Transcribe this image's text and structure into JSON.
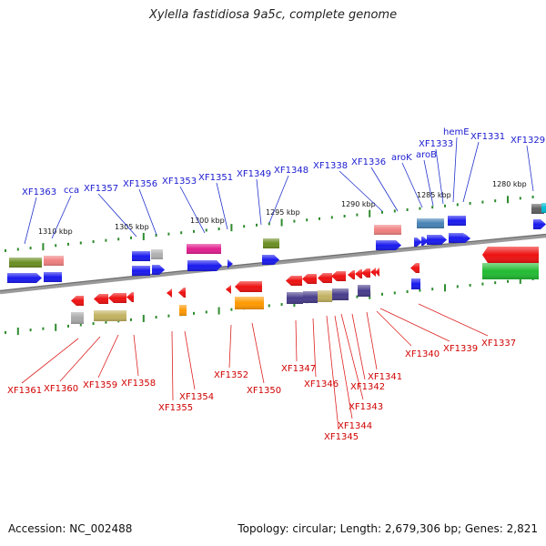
{
  "title": "Xylella fastidiosa 9a5c, complete genome",
  "footer": {
    "accession": "Accession: NC_002488",
    "summary": "Topology: circular; Length: 2,679,306 bp; Genes: 2,821"
  },
  "colors": {
    "backbone": "#808080",
    "tick_major": "#2e8b2e",
    "label_top": "#1a1ad0",
    "label_bottom": "#d00000",
    "leader_top": "#2233cc",
    "leader_bottom": "#dd2222"
  },
  "scale_labels": [
    "1310 kbp",
    "1305 kbp",
    "1300 kbp",
    "1295 kbp",
    "1290 kbp",
    "1285 kbp",
    "1280 kbp"
  ],
  "top_labels": [
    "XF1363",
    "cca",
    "XF1357",
    "XF1356",
    "XF1353",
    "XF1351",
    "XF1349",
    "XF1348",
    "XF1338",
    "XF1336",
    "aroK",
    "aroB",
    "XF1333",
    "hemE",
    "XF1331",
    "XF1329"
  ],
  "bottom_labels": [
    "XF1361",
    "XF1360",
    "XF1359",
    "XF1358",
    "XF1355",
    "XF1354",
    "XF1352",
    "XF1350",
    "XF1347",
    "XF1346",
    "XF1345",
    "XF1344",
    "XF1343",
    "XF1342",
    "XF1341",
    "XF1340",
    "XF1339",
    "XF1337"
  ]
}
